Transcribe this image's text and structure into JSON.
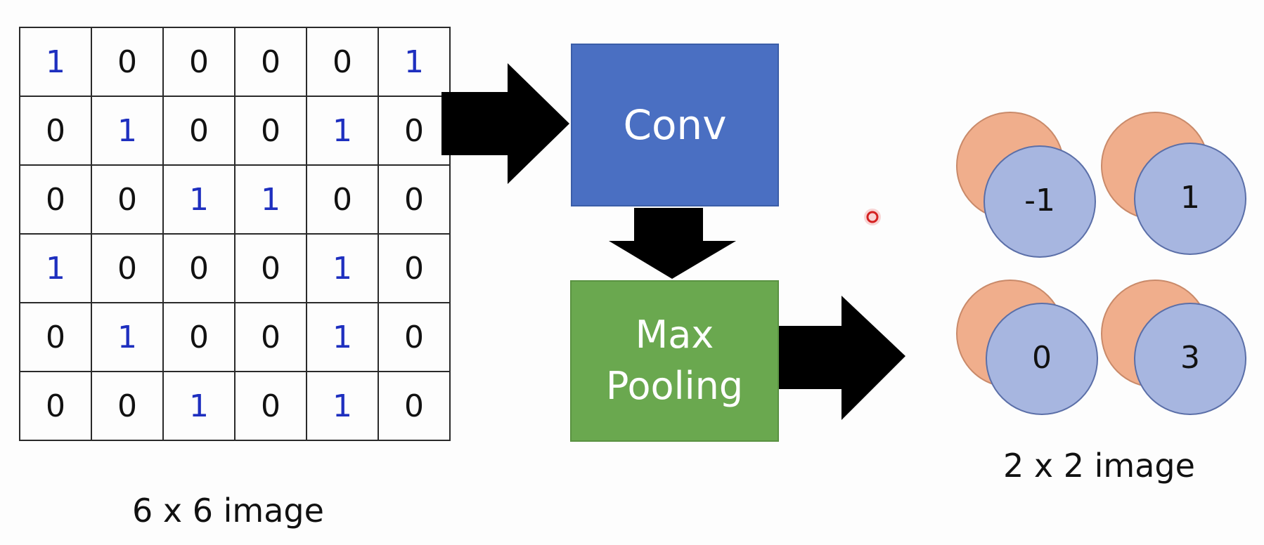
{
  "input": {
    "caption": "6 x 6 image",
    "rows": [
      [
        1,
        0,
        0,
        0,
        0,
        1
      ],
      [
        0,
        1,
        0,
        0,
        1,
        0
      ],
      [
        0,
        0,
        1,
        1,
        0,
        0
      ],
      [
        1,
        0,
        0,
        0,
        1,
        0
      ],
      [
        0,
        1,
        0,
        0,
        1,
        0
      ],
      [
        0,
        0,
        1,
        0,
        1,
        0
      ]
    ]
  },
  "blocks": {
    "conv": "Conv",
    "pool_line1": "Max",
    "pool_line2": "Pooling"
  },
  "output": {
    "caption": "2 x 2 image",
    "values": [
      "-1",
      "1",
      "0",
      "3"
    ]
  },
  "colors": {
    "one_digit": "#1e2fbf",
    "conv": "#4a6fc2",
    "pool": "#6aa84f",
    "back_circle": "#f0ae8c",
    "front_circle": "#a7b6e0",
    "arrow": "#000000"
  }
}
